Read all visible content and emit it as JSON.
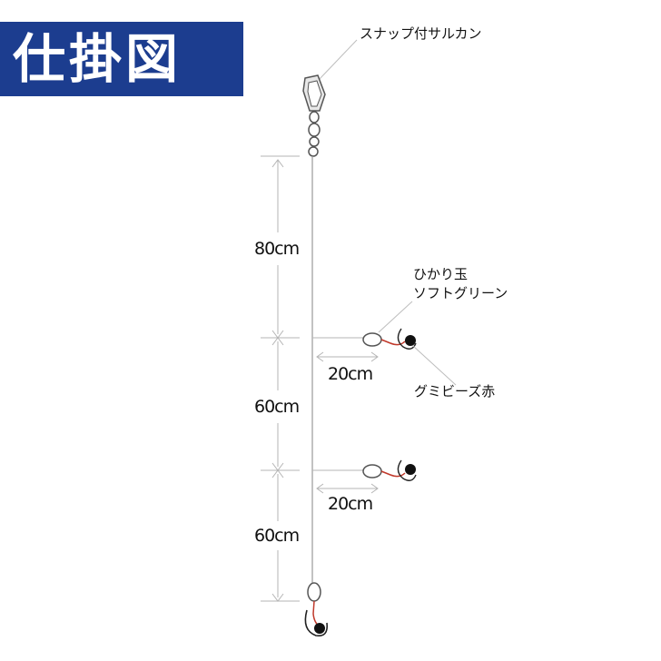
{
  "title": "仕掛図",
  "labels": {
    "snap_swivel": "スナップ付サルカン",
    "glow_bead_1": "ひかり玉",
    "glow_bead_2": "ソフトグリーン",
    "gummy_bead": "グミビーズ赤"
  },
  "dimensions": {
    "segment_top": "80cm",
    "segment_middle": "60cm",
    "segment_bottom": "60cm",
    "branch_upper": "20cm",
    "branch_lower": "20cm"
  },
  "colors": {
    "title_bg": "#1c3d8f",
    "bead_black": "#111111",
    "hook_red": "#c0392b",
    "dim_line": "#b5b5b5"
  }
}
